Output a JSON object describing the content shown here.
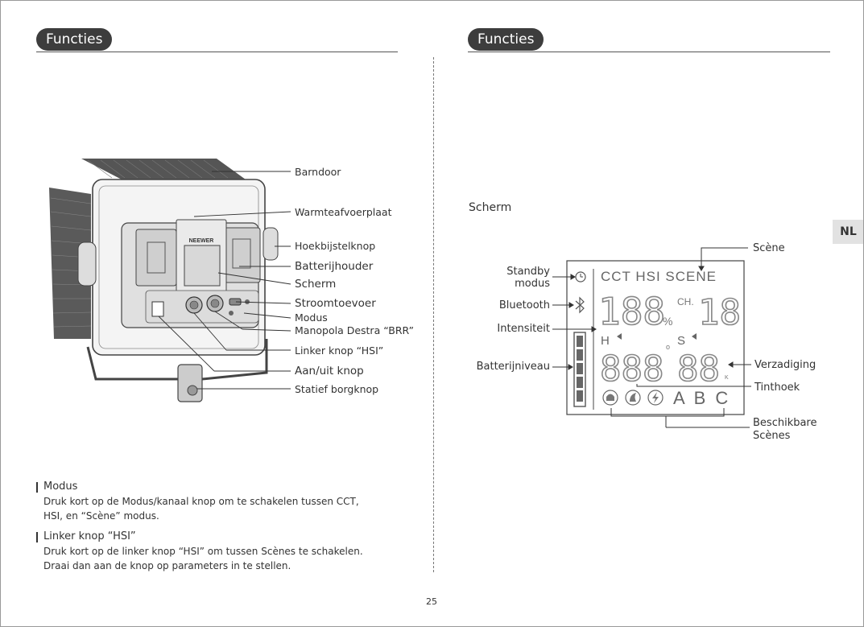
{
  "left": {
    "header": "Functies",
    "callouts": [
      {
        "id": "barndoor",
        "text": "Barndoor"
      },
      {
        "id": "warmteafvoerplaat",
        "text": "Warmteafvoerplaat"
      },
      {
        "id": "hoekbijstelknop",
        "text": "Hoekbijstelknop"
      },
      {
        "id": "batterijhouder",
        "text": "Batterijhouder"
      },
      {
        "id": "scherm",
        "text": "Scherm"
      },
      {
        "id": "stroomtoevoer",
        "text": "Stroomtoevoer"
      },
      {
        "id": "modus",
        "text": "Modus"
      },
      {
        "id": "manopola",
        "text": "Manopola Destra “BRR”"
      },
      {
        "id": "linkerknop",
        "text": "Linker knop “HSI”"
      },
      {
        "id": "aanuit",
        "text": "Aan/uit knop"
      },
      {
        "id": "statief",
        "text": "Statief borgknop"
      }
    ],
    "brand_label": "NEEWER",
    "sections": [
      {
        "title": "Modus",
        "lines": [
          "Druk kort op de Modus/kanaal knop  om te schakelen tussen CCT,",
          "HSI, en “Scène” modus."
        ]
      },
      {
        "title": "Linker knop “HSI”",
        "lines": [
          "Druk kort op de linker knop “HSI” om tussen Scènes te schakelen.",
          "Draai dan aan de knop op parameters in te stellen."
        ]
      }
    ]
  },
  "right": {
    "header": "Functies",
    "lang_tab": "NL",
    "screen_title": "Scherm",
    "callouts": {
      "scene": "Scène",
      "standby_1": "Standby",
      "standby_2": "modus",
      "bluetooth": "Bluetooth",
      "intensiteit": "Intensiteit",
      "batterijniveau": "Batterijniveau",
      "verzadiging": "Verzadiging",
      "tinthoek": "Tinthoek",
      "beschikbare_1": "Beschikbare",
      "beschikbare_2": "Scènes"
    },
    "lcd": {
      "modes": "CCT HSI SCENE",
      "intensity": "188",
      "percent": "%",
      "ch": "CH.",
      "ch_value": "18",
      "h": "H",
      "s": "S",
      "degree": "o",
      "hue": "888",
      "sat": "88",
      "k": "K",
      "scenes": "A B C"
    }
  },
  "page_number": "25"
}
